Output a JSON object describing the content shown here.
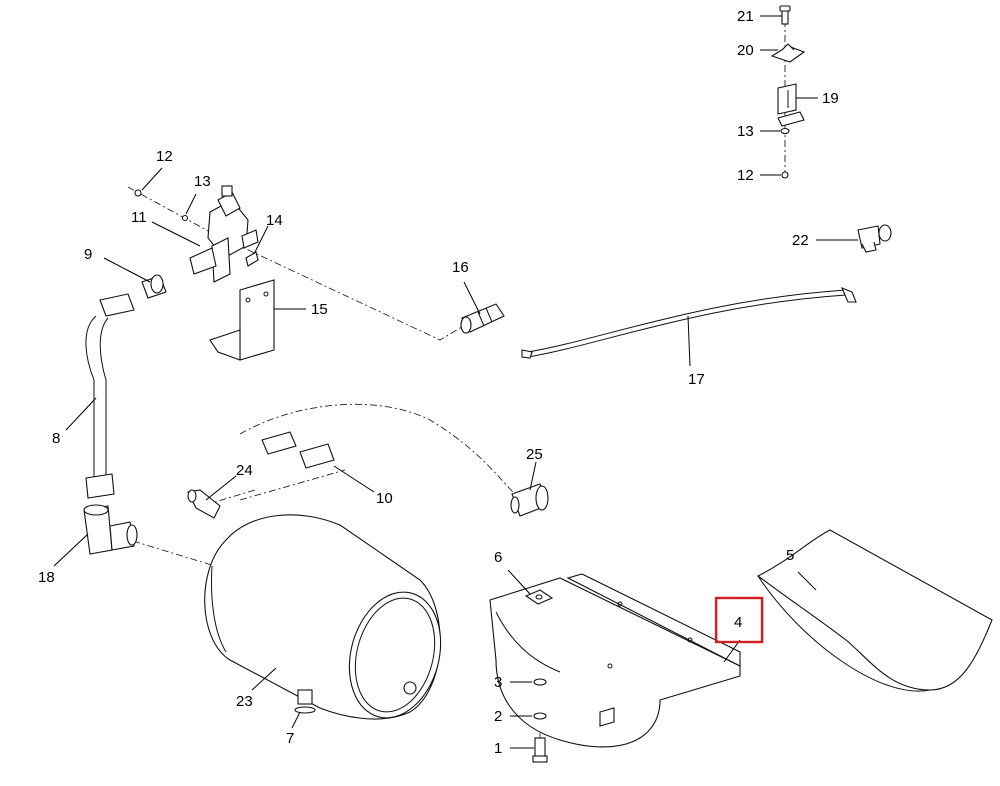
{
  "diagram": {
    "highlight_color": "#d22020",
    "callouts": {
      "c1": "1",
      "c2": "2",
      "c3": "3",
      "c4": "4",
      "c5": "5",
      "c6": "6",
      "c7": "7",
      "c8": "8",
      "c9": "9",
      "c10": "10",
      "c11": "11",
      "c12a": "12",
      "c12b": "12",
      "c13a": "13",
      "c13b": "13",
      "c14": "14",
      "c15": "15",
      "c16": "16",
      "c17": "17",
      "c18": "18",
      "c19": "19",
      "c20": "20",
      "c21": "21",
      "c22": "22",
      "c23": "23",
      "c24": "24",
      "c25": "25"
    },
    "highlighted_callout": "4"
  }
}
